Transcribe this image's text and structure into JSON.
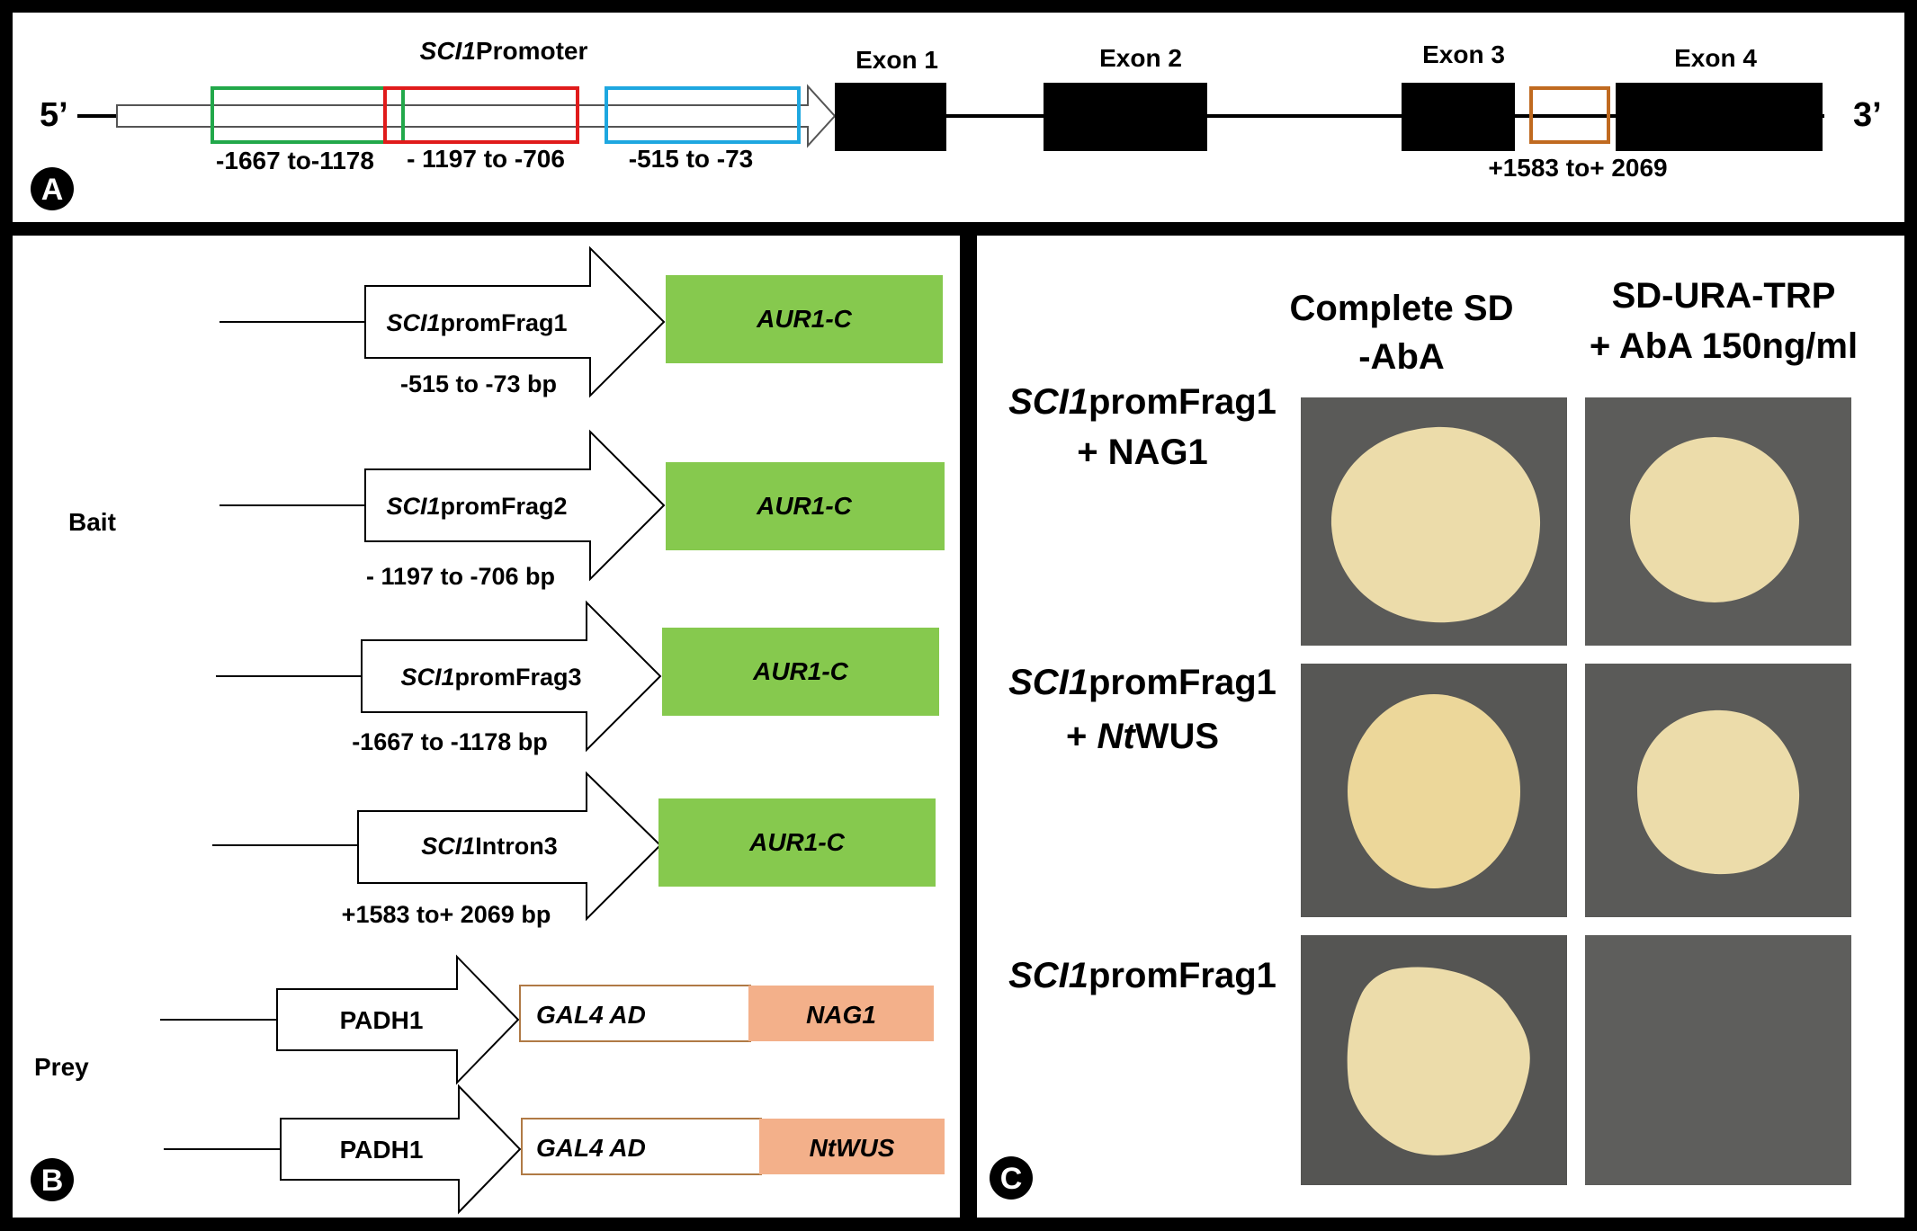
{
  "colors": {
    "frag_green": "#22a84a",
    "frag_red": "#e01b1b",
    "frag_blue": "#1ea7e0",
    "intron_brown": "#c06a20",
    "aur_green": "#86c94e",
    "prey_salmon": "#f3b08a",
    "gal4_border": "#b07a45",
    "plate_dark": "#5a5a58",
    "colony": "#ecdcaa"
  },
  "panel_a": {
    "letter": "A",
    "five_prime": "5’",
    "three_prime": "3’",
    "promoter_italic": "SCI1",
    "promoter_plain": "Promoter",
    "exons": [
      {
        "label": "Exon 1"
      },
      {
        "label": "Exon 2"
      },
      {
        "label": "Exon 3"
      },
      {
        "label": "Exon 4"
      }
    ],
    "fragments": [
      {
        "range": "-1667 to-1178",
        "color": "green"
      },
      {
        "range": "- 1197 to -706",
        "color": "red"
      },
      {
        "range": "-515 to -73",
        "color": "blue"
      },
      {
        "range": "+1583 to+ 2069",
        "color": "brown"
      }
    ]
  },
  "panel_b": {
    "letter": "B",
    "bait_label": "Bait",
    "prey_label": "Prey",
    "baits": [
      {
        "name_italic": "SCI1",
        "name_plain": "promFrag1",
        "range": "-515 to -73 bp",
        "reporter": "AUR1-C"
      },
      {
        "name_italic": "SCI1",
        "name_plain": "promFrag2",
        "range": "- 1197 to -706 bp",
        "reporter": "AUR1-C"
      },
      {
        "name_italic": "SCI1",
        "name_plain": "promFrag3",
        "range": "-1667 to -1178 bp",
        "reporter": "AUR1-C"
      },
      {
        "name_italic": "SCI1",
        "name_plain": "Intron3",
        "range": "+1583 to+ 2069 bp",
        "reporter": "AUR1-C"
      }
    ],
    "preys": [
      {
        "promoter": "PADH1",
        "domain": "GAL4 AD",
        "protein": "NAG1"
      },
      {
        "promoter": "PADH1",
        "domain": "GAL4 AD",
        "protein": "NtWUS"
      }
    ]
  },
  "panel_c": {
    "letter": "C",
    "columns": [
      {
        "line1": "Complete SD",
        "line2": "-AbA"
      },
      {
        "line1": "SD-URA-TRP",
        "line2": "+ AbA 150ng/ml"
      }
    ],
    "rows": [
      {
        "italic": "SCI1",
        "plain": "promFrag1",
        "line2_prefix": "+ ",
        "line2_italic": "",
        "line2_plain": "NAG1",
        "growth": [
          true,
          true
        ]
      },
      {
        "italic": "SCI1",
        "plain": "promFrag1",
        "line2_prefix": "+ ",
        "line2_italic": "Nt",
        "line2_plain": "WUS",
        "growth": [
          true,
          true
        ]
      },
      {
        "italic": "SCI1",
        "plain": "promFrag1",
        "line2_prefix": "",
        "line2_italic": "",
        "line2_plain": "",
        "growth": [
          true,
          false
        ]
      }
    ]
  }
}
